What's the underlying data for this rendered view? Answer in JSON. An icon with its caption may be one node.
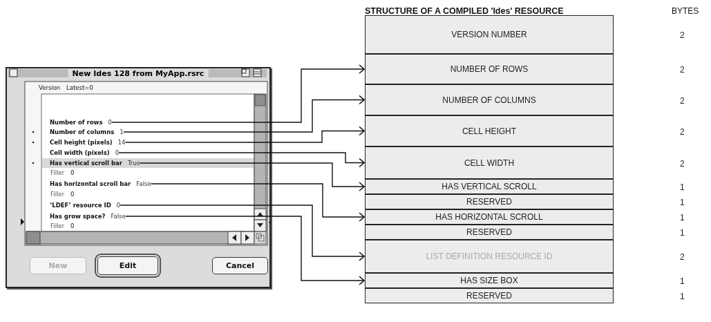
{
  "diagram": {
    "nodes": [
      {
        "text": [
          "New Ides 128 from MyApp.rsrc"
        ]
      },
      {
        "text": [
          "Number of rows",
          "0"
        ],
        "in": 0
      },
      {
        "text": [
          "Number of columns",
          "1"
        ],
        "in": 0
      },
      {
        "text": [
          "Cell height (pixels)",
          "14"
        ],
        "in": 0
      },
      {
        "text": [
          "Cell width (pixels)",
          "0"
        ],
        "in": 0
      },
      {
        "text": [
          "Has vertical scroll bar",
          "True"
        ],
        "in": 0
      },
      {
        "text": [
          "Has horizontal scroll bar",
          "False"
        ],
        "in": 0
      },
      {
        "text": [
          "‘LDEF’ resource ID",
          "0"
        ],
        "in": 0
      },
      {
        "text": [
          "Has grow space?",
          "False"
        ],
        "in": 0
      },
      {
        "text": [
          "VERSION NUMBER"
        ]
      },
      {
        "text": [
          "NUMBER OF ROWS"
        ]
      },
      {
        "text": [
          "NUMBER OF COLUMNS"
        ]
      },
      {
        "text": [
          "CELL HEIGHT"
        ]
      },
      {
        "text": [
          "CELL WIDTH"
        ]
      },
      {
        "text": [
          "HAS VERTICAL SCROLL"
        ]
      },
      {
        "text": [
          "RESERVED"
        ]
      },
      {
        "text": [
          "HAS HORIZONTAL SCROLL"
        ]
      },
      {
        "text": [
          "RESERVED"
        ]
      },
      {
        "text": [
          "LIST DEFINITION RESOURCE ID"
        ]
      },
      {
        "text": [
          "HAS SIZE BOX"
        ]
      },
      {
        "text": [
          "RESERVED"
        ]
      }
    ],
    "edges": [
      {
        "from": 1,
        "to": 10,
        "arrow": "to"
      },
      {
        "from": 2,
        "to": 11,
        "arrow": "to"
      },
      {
        "from": 3,
        "to": 12,
        "arrow": "to"
      },
      {
        "from": 4,
        "to": 13,
        "arrow": "to"
      },
      {
        "from": 5,
        "to": 14,
        "arrow": "to"
      },
      {
        "from": 6,
        "to": 16,
        "arrow": "to"
      },
      {
        "from": 7,
        "to": 18,
        "arrow": "to"
      },
      {
        "from": 8,
        "to": 19,
        "arrow": "to"
      }
    ],
    "labels": [
      "STRUCTURE  OF A COMPILED 'Ides' RESOURCE",
      "BYTES",
      "2",
      "2",
      "2",
      "2",
      "2",
      "1",
      "1",
      "1",
      "1",
      "2",
      "1",
      "1",
      "Version",
      "Latest=0",
      "Filler",
      "0",
      "Filler",
      "0",
      "Filler",
      "0",
      "New",
      "Edit",
      "Cancel"
    ]
  }
}
